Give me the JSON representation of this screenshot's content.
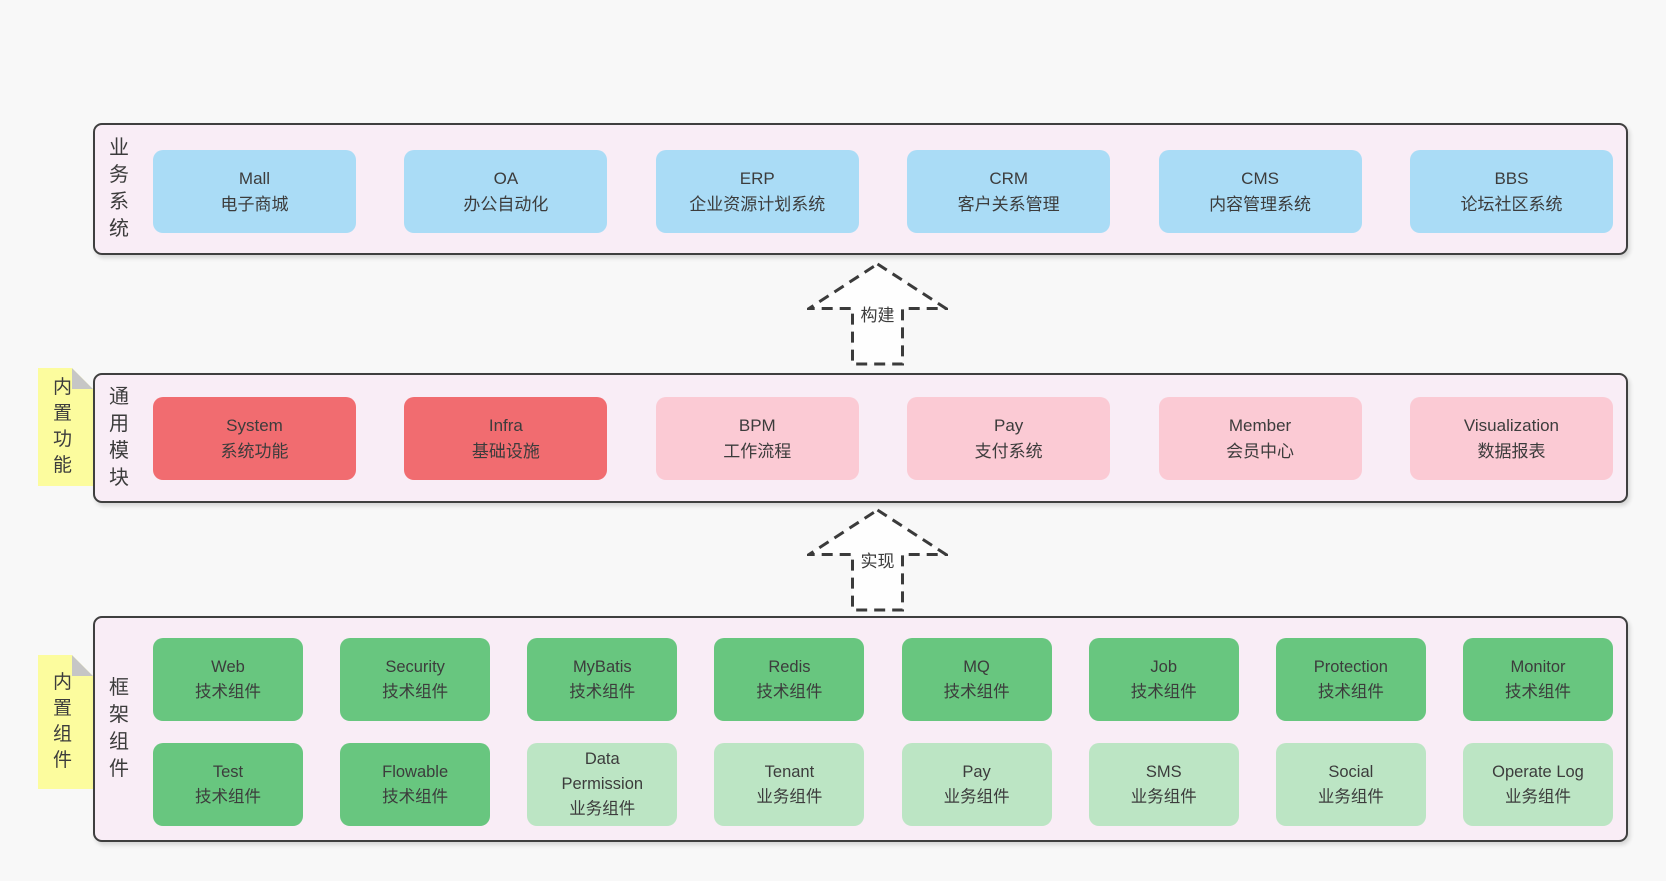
{
  "colors": {
    "page_bg": "#f8f8f8",
    "section_bg": "#f9edf6",
    "section_border": "#3f3f3f",
    "blue": "#aadcf6",
    "red": "#f16c70",
    "pink": "#fbcad4",
    "green": "#68c67f",
    "lightgreen": "#bce5c4",
    "yellow": "#fcfc9e",
    "fold_gray": "#c6c6c6",
    "text": "#3c3c3c",
    "arrow_stroke": "#3b3b3b"
  },
  "sections": {
    "business": {
      "label": "业务系统",
      "boxes": [
        {
          "name": "Mall",
          "desc": "电子商城",
          "color": "blue"
        },
        {
          "name": "OA",
          "desc": "办公自动化",
          "color": "blue"
        },
        {
          "name": "ERP",
          "desc": "企业资源计划系统",
          "color": "blue"
        },
        {
          "name": "CRM",
          "desc": "客户关系管理",
          "color": "blue"
        },
        {
          "name": "CMS",
          "desc": "内容管理系统",
          "color": "blue"
        },
        {
          "name": "BBS",
          "desc": "论坛社区系统",
          "color": "blue"
        }
      ]
    },
    "modules": {
      "label": "通用模块",
      "note": "内置功能",
      "boxes": [
        {
          "name": "System",
          "desc": "系统功能",
          "color": "red"
        },
        {
          "name": "Infra",
          "desc": "基础设施",
          "color": "red"
        },
        {
          "name": "BPM",
          "desc": "工作流程",
          "color": "pink"
        },
        {
          "name": "Pay",
          "desc": "支付系统",
          "color": "pink"
        },
        {
          "name": "Member",
          "desc": "会员中心",
          "color": "pink"
        },
        {
          "name": "Visualization",
          "desc": "数据报表",
          "color": "pink"
        }
      ]
    },
    "components": {
      "label": "框架组件",
      "note": "内置组件",
      "rows": [
        [
          {
            "name": "Web",
            "desc": "技术组件",
            "color": "green"
          },
          {
            "name": "Security",
            "desc": "技术组件",
            "color": "green"
          },
          {
            "name": "MyBatis",
            "desc": "技术组件",
            "color": "green"
          },
          {
            "name": "Redis",
            "desc": "技术组件",
            "color": "green"
          },
          {
            "name": "MQ",
            "desc": "技术组件",
            "color": "green"
          },
          {
            "name": "Job",
            "desc": "技术组件",
            "color": "green"
          },
          {
            "name": "Protection",
            "desc": "技术组件",
            "color": "green"
          },
          {
            "name": "Monitor",
            "desc": "技术组件",
            "color": "green"
          }
        ],
        [
          {
            "name": "Test",
            "desc": "技术组件",
            "color": "green"
          },
          {
            "name": "Flowable",
            "desc": "技术组件",
            "color": "green"
          },
          {
            "name": "Data Permission",
            "desc": "业务组件",
            "color": "lightgreen"
          },
          {
            "name": "Tenant",
            "desc": "业务组件",
            "color": "lightgreen"
          },
          {
            "name": "Pay",
            "desc": "业务组件",
            "color": "lightgreen"
          },
          {
            "name": "SMS",
            "desc": "业务组件",
            "color": "lightgreen"
          },
          {
            "name": "Social",
            "desc": "业务组件",
            "color": "lightgreen"
          },
          {
            "name": "Operate Log",
            "desc": "业务组件",
            "color": "lightgreen"
          }
        ]
      ]
    }
  },
  "arrows": [
    {
      "label": "构建"
    },
    {
      "label": "实现"
    }
  ]
}
